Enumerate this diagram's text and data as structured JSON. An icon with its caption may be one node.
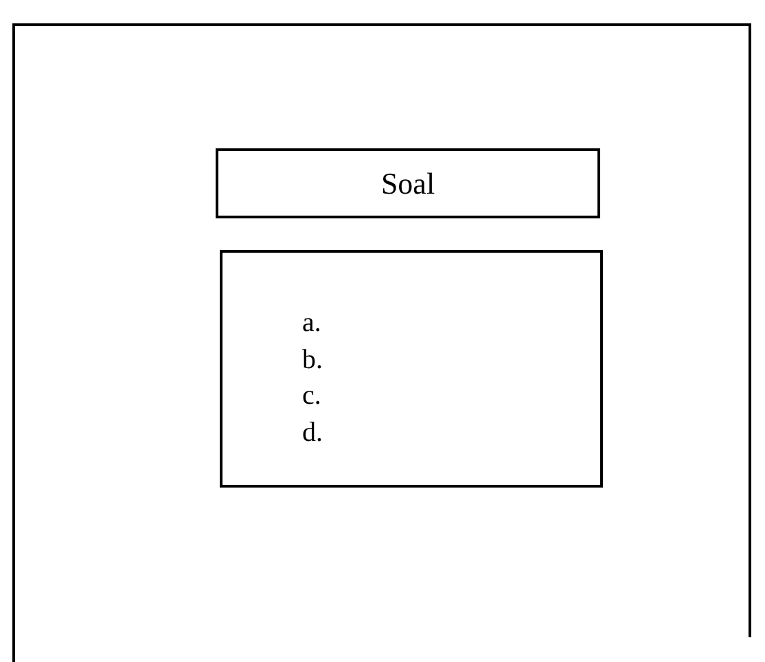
{
  "diagram": {
    "nodes": [
      {
        "text": [],
        "shape": "box"
      },
      {
        "text": [
          "Soal"
        ],
        "in": 0
      },
      {
        "text": [
          "a.",
          "b.",
          "c.",
          "d."
        ],
        "in": 0
      }
    ]
  }
}
